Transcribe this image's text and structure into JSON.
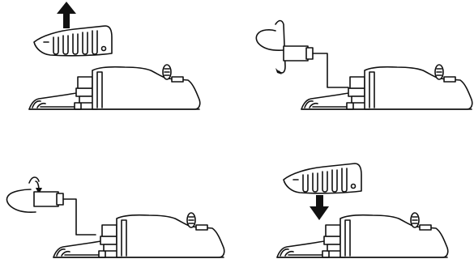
{
  "diagram": {
    "panels": [
      {
        "id": "step-1",
        "action": "lift-cover-off",
        "arrow": "up"
      },
      {
        "id": "step-2",
        "action": "rotate-cap-counterclockwise",
        "arrow": "rotate"
      },
      {
        "id": "step-3",
        "action": "rotate-cap-clockwise",
        "arrow": "rotate"
      },
      {
        "id": "step-4",
        "action": "lower-cover-on",
        "arrow": "down"
      }
    ],
    "colors": {
      "line": "#111111",
      "fill": "#ffffff",
      "background": "#ffffff"
    }
  }
}
